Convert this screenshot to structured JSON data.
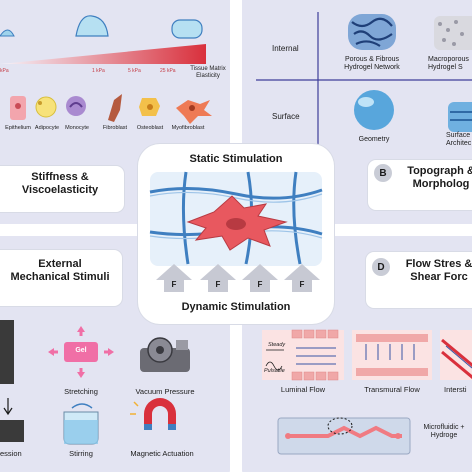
{
  "colors": {
    "panel": "#e3e4f2",
    "panel_line": "#c9ccdc",
    "gradient_start": "#f4f4fb",
    "gradient_end": "#d9303c",
    "cell_red": "#e8585f",
    "fiber_blue": "#3f7fc0",
    "arrow_gray": "#c7c9d3"
  },
  "stiffness": {
    "scale_labels": [
      "kPa",
      "1 kPa",
      "5 kPa",
      "25 kPa"
    ],
    "elasticity_label": "Tissue Matrix Elasticity",
    "cell_types": [
      "Epithelium",
      "Adipocyte",
      "Monocyte",
      "Fibroblast",
      "Osteoblast",
      "Myofibroblast"
    ],
    "title": "Stiffness & Viscoelasticity"
  },
  "topography": {
    "row_labels": [
      "Internal",
      "Surface"
    ],
    "items": [
      "Porous & Fibrous Hydrogel Network",
      "Macroporous Hydrogel S",
      "Geometry",
      "Surface Architec"
    ],
    "badge": "B",
    "title": "Topograph & Morpholog"
  },
  "center": {
    "top_label": "Static Stimulation",
    "bottom_label": "Dynamic Stimulation",
    "force_label": "F"
  },
  "mechanical": {
    "title": "External Mechanical Stimuli",
    "gel_label": "Gel",
    "items": [
      "Stretching",
      "Vacuum Pressure",
      "Stirring",
      "Magnetic Actuation",
      "ession"
    ]
  },
  "flow": {
    "badge": "D",
    "title": "Flow Stres & Shear Forc",
    "wave_labels": [
      "Steady",
      "Pulsatile"
    ],
    "items": [
      "Luminal Flow",
      "Transmural Flow",
      "Intersti"
    ],
    "microfluidic": "Microfluidic + Hydroge"
  }
}
